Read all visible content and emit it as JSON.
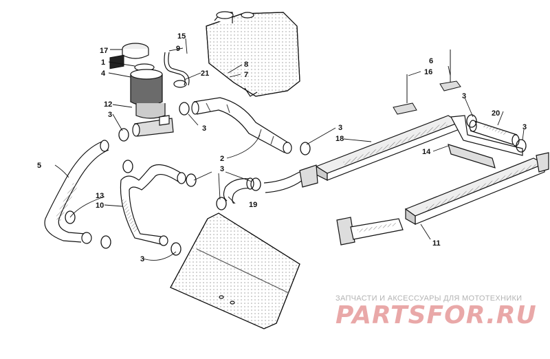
{
  "callouts": [
    {
      "id": "1",
      "text": "1"
    },
    {
      "id": "2",
      "text": "2"
    },
    {
      "id": "3",
      "text": "3"
    },
    {
      "id": "4",
      "text": "4"
    },
    {
      "id": "5",
      "text": "5"
    },
    {
      "id": "6",
      "text": "6"
    },
    {
      "id": "7",
      "text": "7"
    },
    {
      "id": "8",
      "text": "8"
    },
    {
      "id": "9",
      "text": "9"
    },
    {
      "id": "10",
      "text": "10"
    },
    {
      "id": "11",
      "text": "11"
    },
    {
      "id": "12",
      "text": "12"
    },
    {
      "id": "13",
      "text": "13"
    },
    {
      "id": "14",
      "text": "14"
    },
    {
      "id": "15",
      "text": "15"
    },
    {
      "id": "16",
      "text": "16"
    },
    {
      "id": "17",
      "text": "17"
    },
    {
      "id": "18",
      "text": "18"
    },
    {
      "id": "19",
      "text": "19"
    },
    {
      "id": "20",
      "text": "20"
    },
    {
      "id": "21",
      "text": "21"
    }
  ],
  "watermark": {
    "tagline": "ЗАПЧАСТИ И АКСЕССУАРЫ ДЛЯ МОТОТЕХНИКИ",
    "brand": "PARTSFOR.RU"
  },
  "colors": {
    "line": "#111111",
    "watermark_brand": "#e28c8c",
    "watermark_tagline": "#b3b3b3"
  }
}
